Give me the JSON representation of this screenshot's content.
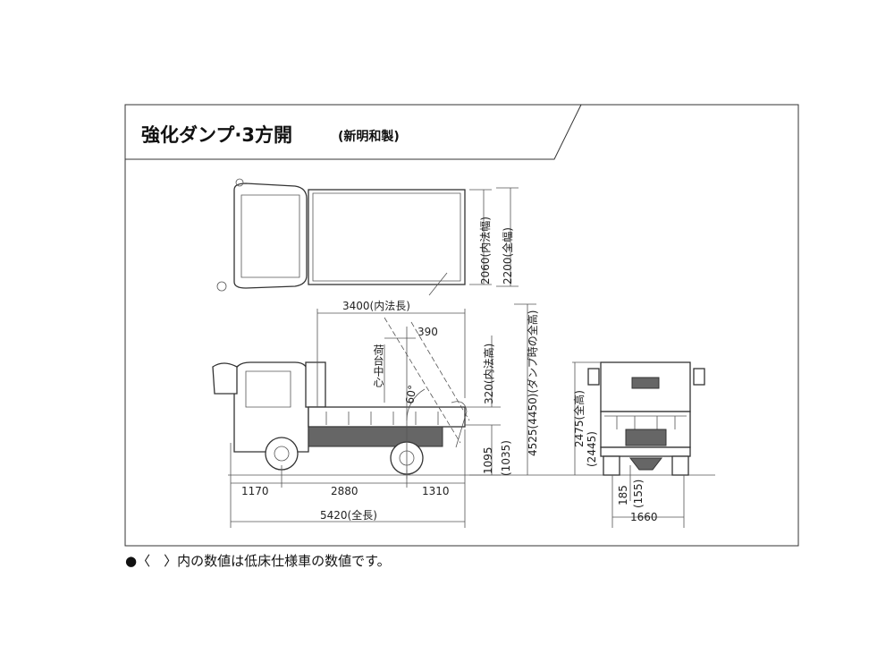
{
  "title": {
    "main": "強化ダンプ·3方開",
    "maker": "(新明和製)"
  },
  "top_view": {
    "inner_width": "2060(内法幅)",
    "overall_width": "2200(全幅)"
  },
  "side_view": {
    "inner_length": "3400(内法長)",
    "offset": "390",
    "bed_center": "荷台中心",
    "dump_angle": "60°",
    "inner_height": "320(内法高)",
    "dump_height": "4525(4450)(ダンプ時の全高)",
    "floor_height": "1095",
    "floor_height_low": "(1035)",
    "front_overhang": "1170",
    "wheelbase": "2880",
    "rear_overhang": "1310",
    "overall_length": "5420(全長)"
  },
  "rear_view": {
    "overall_height": "2475(全高)",
    "overall_height_low": "(2445)",
    "ground_clearance": "185",
    "ground_clearance_low": "(155)",
    "rear_tread": "1660"
  },
  "footnote": "●〈　〉内の数値は低床仕様車の数値です。"
}
